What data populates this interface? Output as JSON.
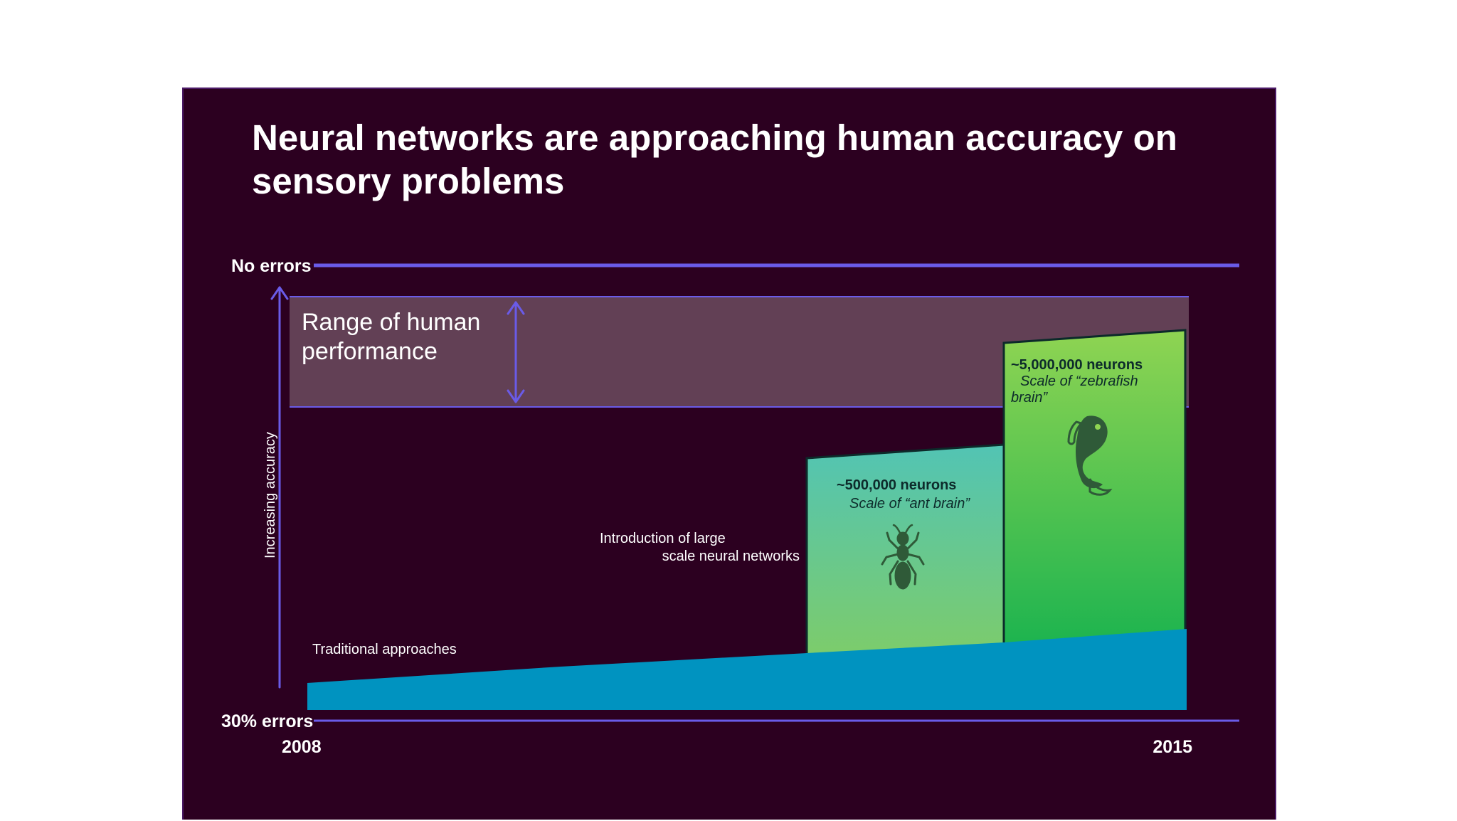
{
  "title": "Neural networks are approaching human accuracy on sensory problems",
  "colors": {
    "background": "#2c0020",
    "accent_line": "#6a5be8",
    "human_range_band": "#624055",
    "traditional_area": "#0093c0",
    "ant_bar_top": "#52c4b4",
    "ant_bar_bottom": "#7dcc6a",
    "zebrafish_bar_top": "#8fd452",
    "zebrafish_bar_bottom": "#1ab34f",
    "icon": "#2f5a38"
  },
  "diagram": {
    "top_label": "No errors",
    "bottom_label": "30% errors",
    "y_axis_label": "Increasing accuracy",
    "x_start": "2008",
    "x_end": "2015",
    "human_range": {
      "label_line1": "Range of human",
      "label_line2": "performance"
    },
    "traditional": {
      "label": "Traditional approaches"
    },
    "introduction": {
      "line1": "Introduction of large",
      "line2": "scale neural networks"
    },
    "ant": {
      "neurons": "~500,000 neurons",
      "scale": "Scale of “ant brain”",
      "icon": "ant-icon"
    },
    "zebrafish": {
      "neurons": "~5,000,000 neurons",
      "scale_line1": "Scale of “zebrafish",
      "scale_line2": "brain”",
      "icon": "fish-icon"
    }
  }
}
